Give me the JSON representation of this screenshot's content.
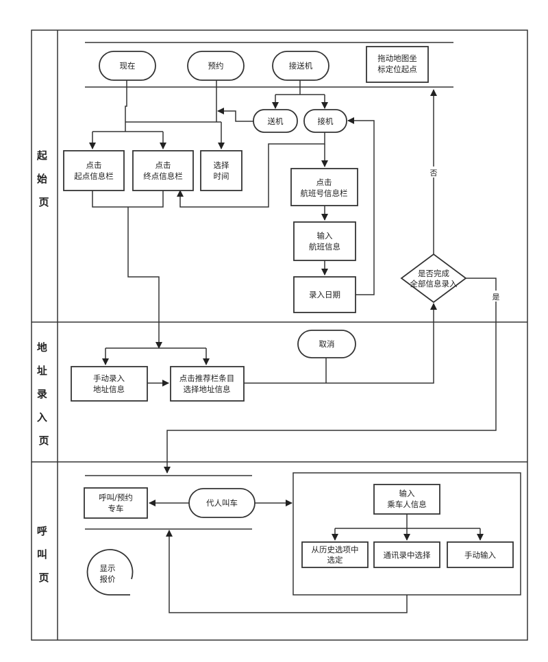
{
  "lanes": {
    "start": "起始页",
    "address": "地址录入页",
    "call": "呼叫页"
  },
  "nodes": {
    "now": "现在",
    "reserve": "预约",
    "pickup_dropoff": "接送机",
    "drag_map": [
      "拖动地图坐",
      "标定位起点"
    ],
    "send_off": "送机",
    "pick_up": "接机",
    "click_start": [
      "点击",
      "起点信息栏"
    ],
    "click_end": [
      "点击",
      "终点信息栏"
    ],
    "select_time": [
      "选择",
      "时间"
    ],
    "click_flight": [
      "点击",
      "航班号信息栏"
    ],
    "input_flight": [
      "输入",
      "航班信息"
    ],
    "enter_date": "录入日期",
    "all_done": [
      "是否完成",
      "全部信息录入"
    ],
    "cancel": "取消",
    "manual_address": [
      "手动录入",
      "地址信息"
    ],
    "click_suggest": [
      "点击推荐栏条目",
      "选择地址信息"
    ],
    "call_car": [
      "呼叫/预约",
      "专车"
    ],
    "proxy_call": "代人叫车",
    "input_passenger": [
      "输入",
      "乘车人信息"
    ],
    "history": [
      "从历史选项中",
      "选定"
    ],
    "contacts": "通讯录中选择",
    "manual_input": "手动输入",
    "show_price": [
      "显示",
      "报价"
    ]
  },
  "edge_labels": {
    "no": "否",
    "yes": "是"
  }
}
